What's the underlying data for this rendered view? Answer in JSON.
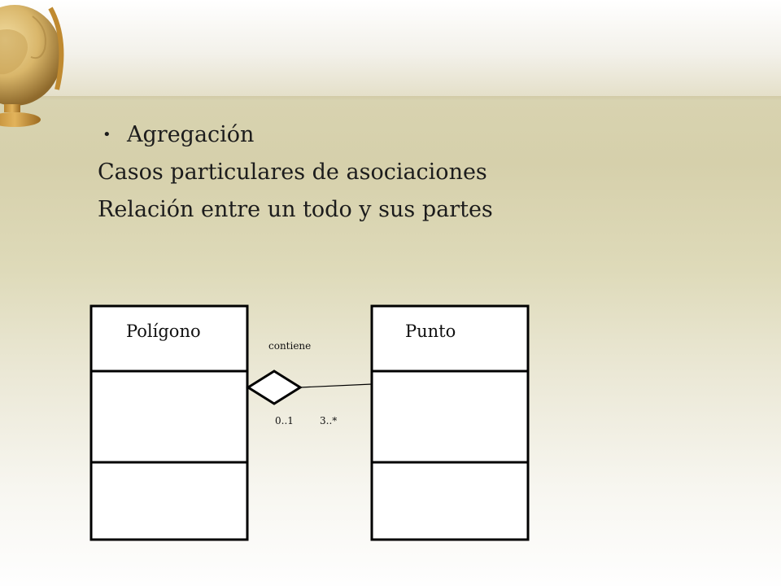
{
  "slide": {
    "bullet": "•",
    "heading": "Agregación",
    "lines": [
      "Casos particulares de asociaciones",
      "Relación entre un todo y sus partes"
    ]
  },
  "diagram": {
    "classes": [
      {
        "name": "Polígono"
      },
      {
        "name": "Punto"
      }
    ],
    "association": {
      "label": "contiene",
      "multiplicity_whole": "0..1",
      "multiplicity_part": "3..*"
    }
  },
  "colors": {
    "background_top": "#ffffff",
    "background_band": "#d8d3b0",
    "text": "#1c1c1c",
    "diagram_lines": "#000000"
  },
  "icons": [
    "globe-icon",
    "aggregation-diamond-icon"
  ]
}
